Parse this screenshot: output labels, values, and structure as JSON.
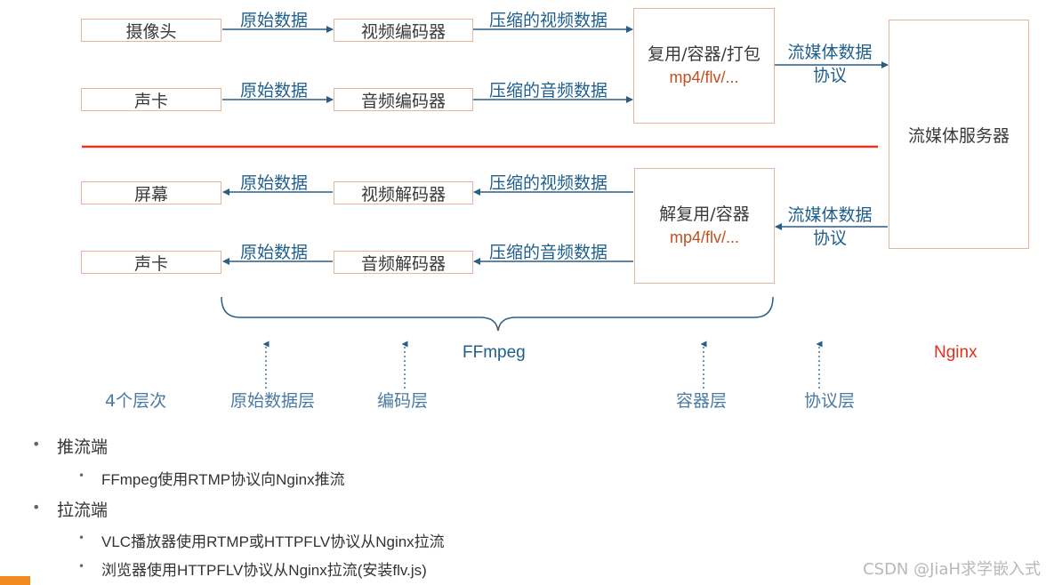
{
  "top": {
    "camera": "摄像头",
    "soundcard": "声卡",
    "raw1": "原始数据",
    "raw2": "原始数据",
    "video_encoder": "视频编码器",
    "audio_encoder": "音频编码器",
    "compressed_video": "压缩的视频数据",
    "compressed_audio": "压缩的音频数据",
    "mux_title": "复用/容器/打包",
    "mux_format": "mp4/flv/...",
    "stream_line1": "流媒体数据",
    "stream_line2": "协议"
  },
  "server": "流媒体服务器",
  "bottom": {
    "screen": "屏幕",
    "soundcard": "声卡",
    "raw1": "原始数据",
    "raw2": "原始数据",
    "video_decoder": "视频解码器",
    "audio_decoder": "音频解码器",
    "compressed_video": "压缩的视频数据",
    "compressed_audio": "压缩的音频数据",
    "demux_title": "解复用/容器",
    "demux_format": "mp4/flv/...",
    "stream_line1": "流媒体数据",
    "stream_line2": "协议"
  },
  "ffmpeg_label": "FFmpeg",
  "nginx_label": "Nginx",
  "layers": {
    "count": "4个层次",
    "raw": "原始数据层",
    "encode": "编码层",
    "container": "容器层",
    "protocol": "协议层"
  },
  "bullets": {
    "push": "推流端",
    "push_sub": "FFmpeg使用RTMP协议向Nginx推流",
    "pull": "拉流端",
    "pull_sub1": "VLC播放器使用RTMP或HTTPFLV协议从Nginx拉流",
    "pull_sub2": "浏览器使用HTTPFLV协议从Nginx拉流(安装flv.js)"
  },
  "watermark": "CSDN @JiaH求学嵌入式",
  "colors": {
    "arrow": "#2b5d84",
    "divider": "#e8321e",
    "box_border": "#e8b4a0",
    "label": "#1f5f8b",
    "nginx": "#e0301e"
  }
}
